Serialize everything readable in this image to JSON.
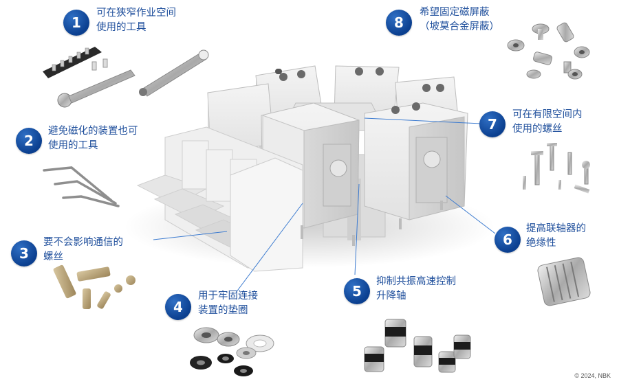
{
  "callouts": [
    {
      "number": "1",
      "line1": "可在狭窄作业空间",
      "line2": "使用的工具"
    },
    {
      "number": "2",
      "line1": "避免磁化的装置也可",
      "line2": "使用的工具"
    },
    {
      "number": "3",
      "line1": "要不会影响通信的",
      "line2": "螺丝"
    },
    {
      "number": "4",
      "line1": "用于牢固连接",
      "line2": "装置的垫圈"
    },
    {
      "number": "5",
      "line1": "抑制共振高速控制",
      "line2": "升降轴"
    },
    {
      "number": "6",
      "line1": "提高联轴器的",
      "line2": "绝缘性"
    },
    {
      "number": "7",
      "line1": "可在有限空间内",
      "line2": "使用的螺丝"
    },
    {
      "number": "8",
      "line1": "希望固定磁屏蔽",
      "line2": "（坡莫合金屏蔽）"
    }
  ],
  "copyright": "© 2024, NBK",
  "colors": {
    "badge": "#0b3f8f",
    "label": "#1f4f9c",
    "leader": "#3c7bd0"
  }
}
